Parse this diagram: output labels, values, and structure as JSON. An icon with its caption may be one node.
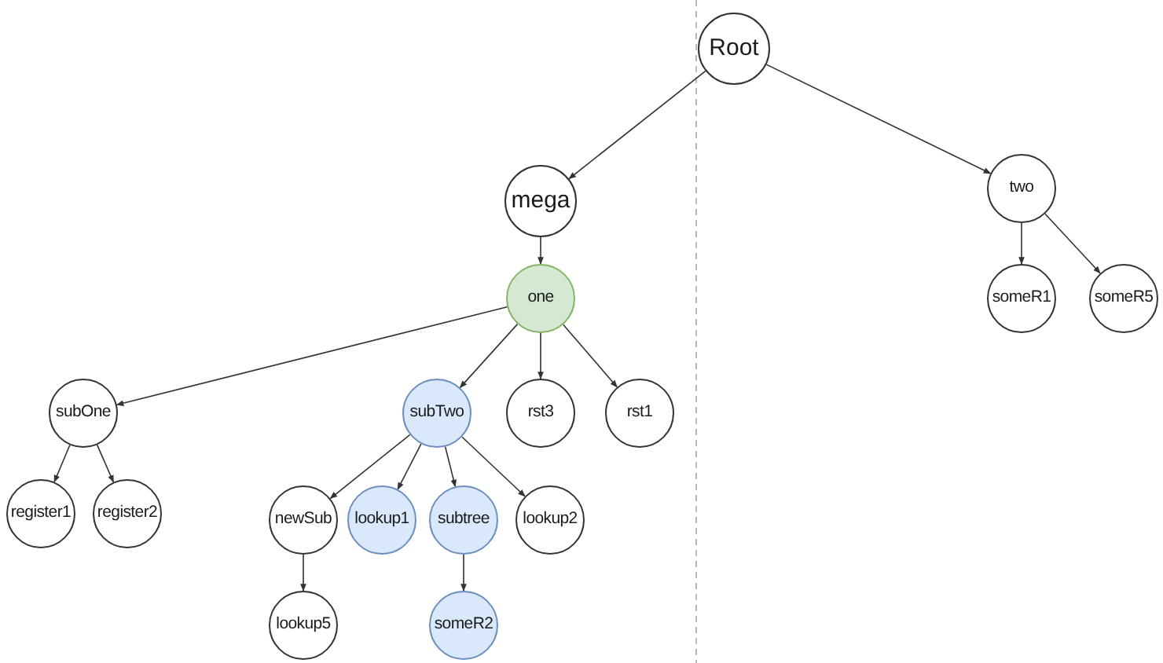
{
  "diagram": {
    "nodes": [
      {
        "text": [
          "Root"
        ]
      },
      {
        "text": [
          "mega"
        ]
      },
      {
        "text": [
          "two"
        ]
      },
      {
        "text": [
          "one"
        ]
      },
      {
        "text": [
          "someR1"
        ]
      },
      {
        "text": [
          "someR5"
        ]
      },
      {
        "text": [
          "subOne"
        ]
      },
      {
        "text": [
          "subTwo"
        ]
      },
      {
        "text": [
          "rst3"
        ]
      },
      {
        "text": [
          "rst1"
        ]
      },
      {
        "text": [
          "register1"
        ]
      },
      {
        "text": [
          "register2"
        ]
      },
      {
        "text": [
          "newSub"
        ]
      },
      {
        "text": [
          "lookup1"
        ]
      },
      {
        "text": [
          "subtree"
        ]
      },
      {
        "text": [
          "lookup2"
        ]
      },
      {
        "text": [
          "lookup5"
        ]
      },
      {
        "text": [
          "someR2"
        ]
      }
    ],
    "edges": [
      {
        "from": 0,
        "to": 1,
        "arrow": "to"
      },
      {
        "from": 0,
        "to": 2,
        "arrow": "to"
      },
      {
        "from": 1,
        "to": 3,
        "arrow": "to"
      },
      {
        "from": 2,
        "to": 4,
        "arrow": "to"
      },
      {
        "from": 2,
        "to": 5,
        "arrow": "to"
      },
      {
        "from": 3,
        "to": 6,
        "arrow": "to"
      },
      {
        "from": 3,
        "to": 7,
        "arrow": "to"
      },
      {
        "from": 3,
        "to": 8,
        "arrow": "to"
      },
      {
        "from": 3,
        "to": 9,
        "arrow": "to"
      },
      {
        "from": 6,
        "to": 10,
        "arrow": "to"
      },
      {
        "from": 6,
        "to": 11,
        "arrow": "to"
      },
      {
        "from": 7,
        "to": 12,
        "arrow": "to"
      },
      {
        "from": 7,
        "to": 13,
        "arrow": "to"
      },
      {
        "from": 7,
        "to": 14,
        "arrow": "to"
      },
      {
        "from": 7,
        "to": 15,
        "arrow": "to"
      },
      {
        "from": 12,
        "to": 16,
        "arrow": "to"
      },
      {
        "from": 14,
        "to": 17,
        "arrow": "to"
      }
    ]
  }
}
